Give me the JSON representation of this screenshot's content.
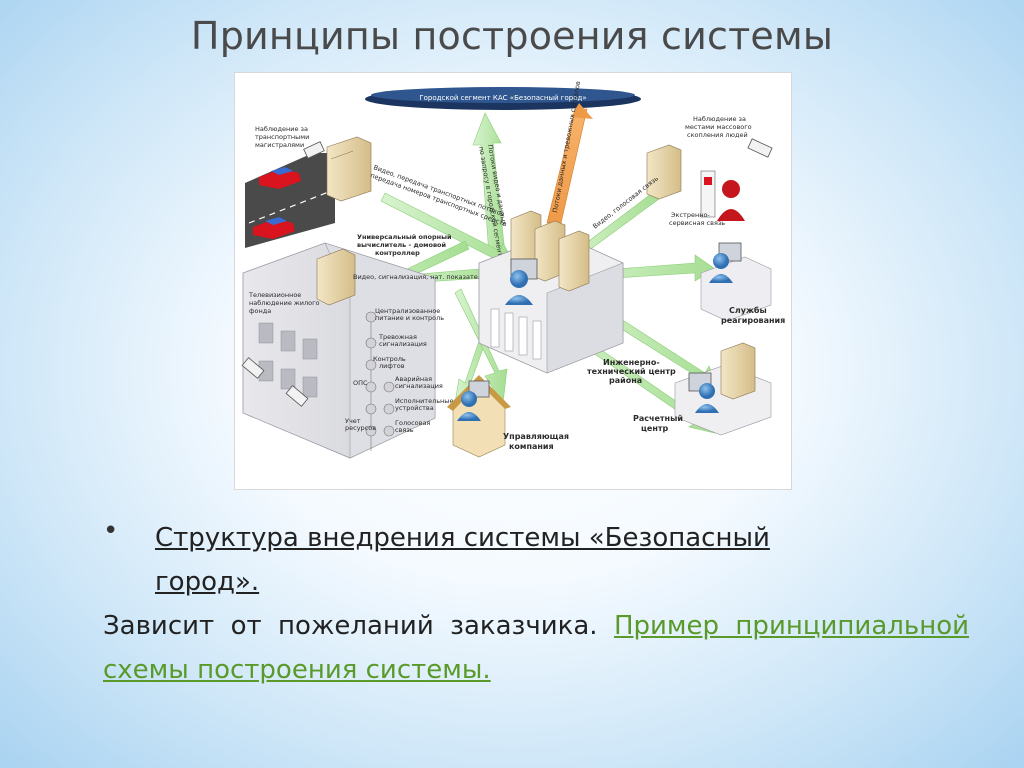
{
  "slide": {
    "title": "Принципы построения системы",
    "bullet": "Структура внедрения системы «Безопасный город».",
    "body_text": "Зависит от пожеланий заказчика.",
    "link_text": "Пример принципиальной схемы построения системы."
  },
  "diagram": {
    "cloud_label": "Городской сегмент КАС «Безопасный город»",
    "labels": {
      "highways": [
        "Наблюдение за",
        "транспортными",
        "магистралями"
      ],
      "crowds": [
        "Наблюдение за",
        "местами массового",
        "скопления людей"
      ],
      "emergency": [
        "Экстренно-",
        "сервисная связь"
      ],
      "controller": [
        "Универсальный опорный",
        "вычислитель - домовой",
        "контроллер"
      ],
      "video_signal": "Видео, сигнализация, нат. показатели",
      "video_highway": [
        "Видео, передача транспортных потоков",
        "передача номеров транспортных средств"
      ],
      "video_voice": [
        "Видео, голосовая связь"
      ],
      "tv_monitoring": [
        "Телевизионное",
        "наблюдение жилого",
        "фонда"
      ],
      "central_power": [
        "Централизованное",
        "питание и контроль"
      ],
      "alarm": [
        "Тревожная",
        "сигнализация"
      ],
      "elevator": [
        "Контроль",
        "лифтов"
      ],
      "fire": "ОПС",
      "emergency_alarm": [
        "Аварийная",
        "сигнализация"
      ],
      "actuators": [
        "Исполнительные",
        "устройства"
      ],
      "metering": [
        "Учет",
        "ресурсов"
      ],
      "voice": [
        "Голосовая",
        "связь"
      ],
      "response": [
        "Службы",
        "реагирования"
      ],
      "itc": [
        "Инженерно-",
        "технический центр",
        "района"
      ],
      "settlement": [
        "Расчетный",
        "центр"
      ],
      "management": [
        "Управляющая",
        "компания"
      ],
      "arrow_up1": [
        "Потоки видео и данных",
        "по запросу в городской сегмент"
      ],
      "arrow_up2": [
        "Потоки данных и тревожных сигналов"
      ]
    }
  },
  "colors": {
    "title": "#4a4a4a",
    "link": "#5a9a2a",
    "arrow_green": "#b7e8a7",
    "arrow_orange": "#f1a45c",
    "cloud": "#1f3b66",
    "car_red": "#d9141e",
    "person_blue": "#3e7fbf",
    "server_tan": "#e6d3a8",
    "emergency_red": "#c4161c"
  }
}
